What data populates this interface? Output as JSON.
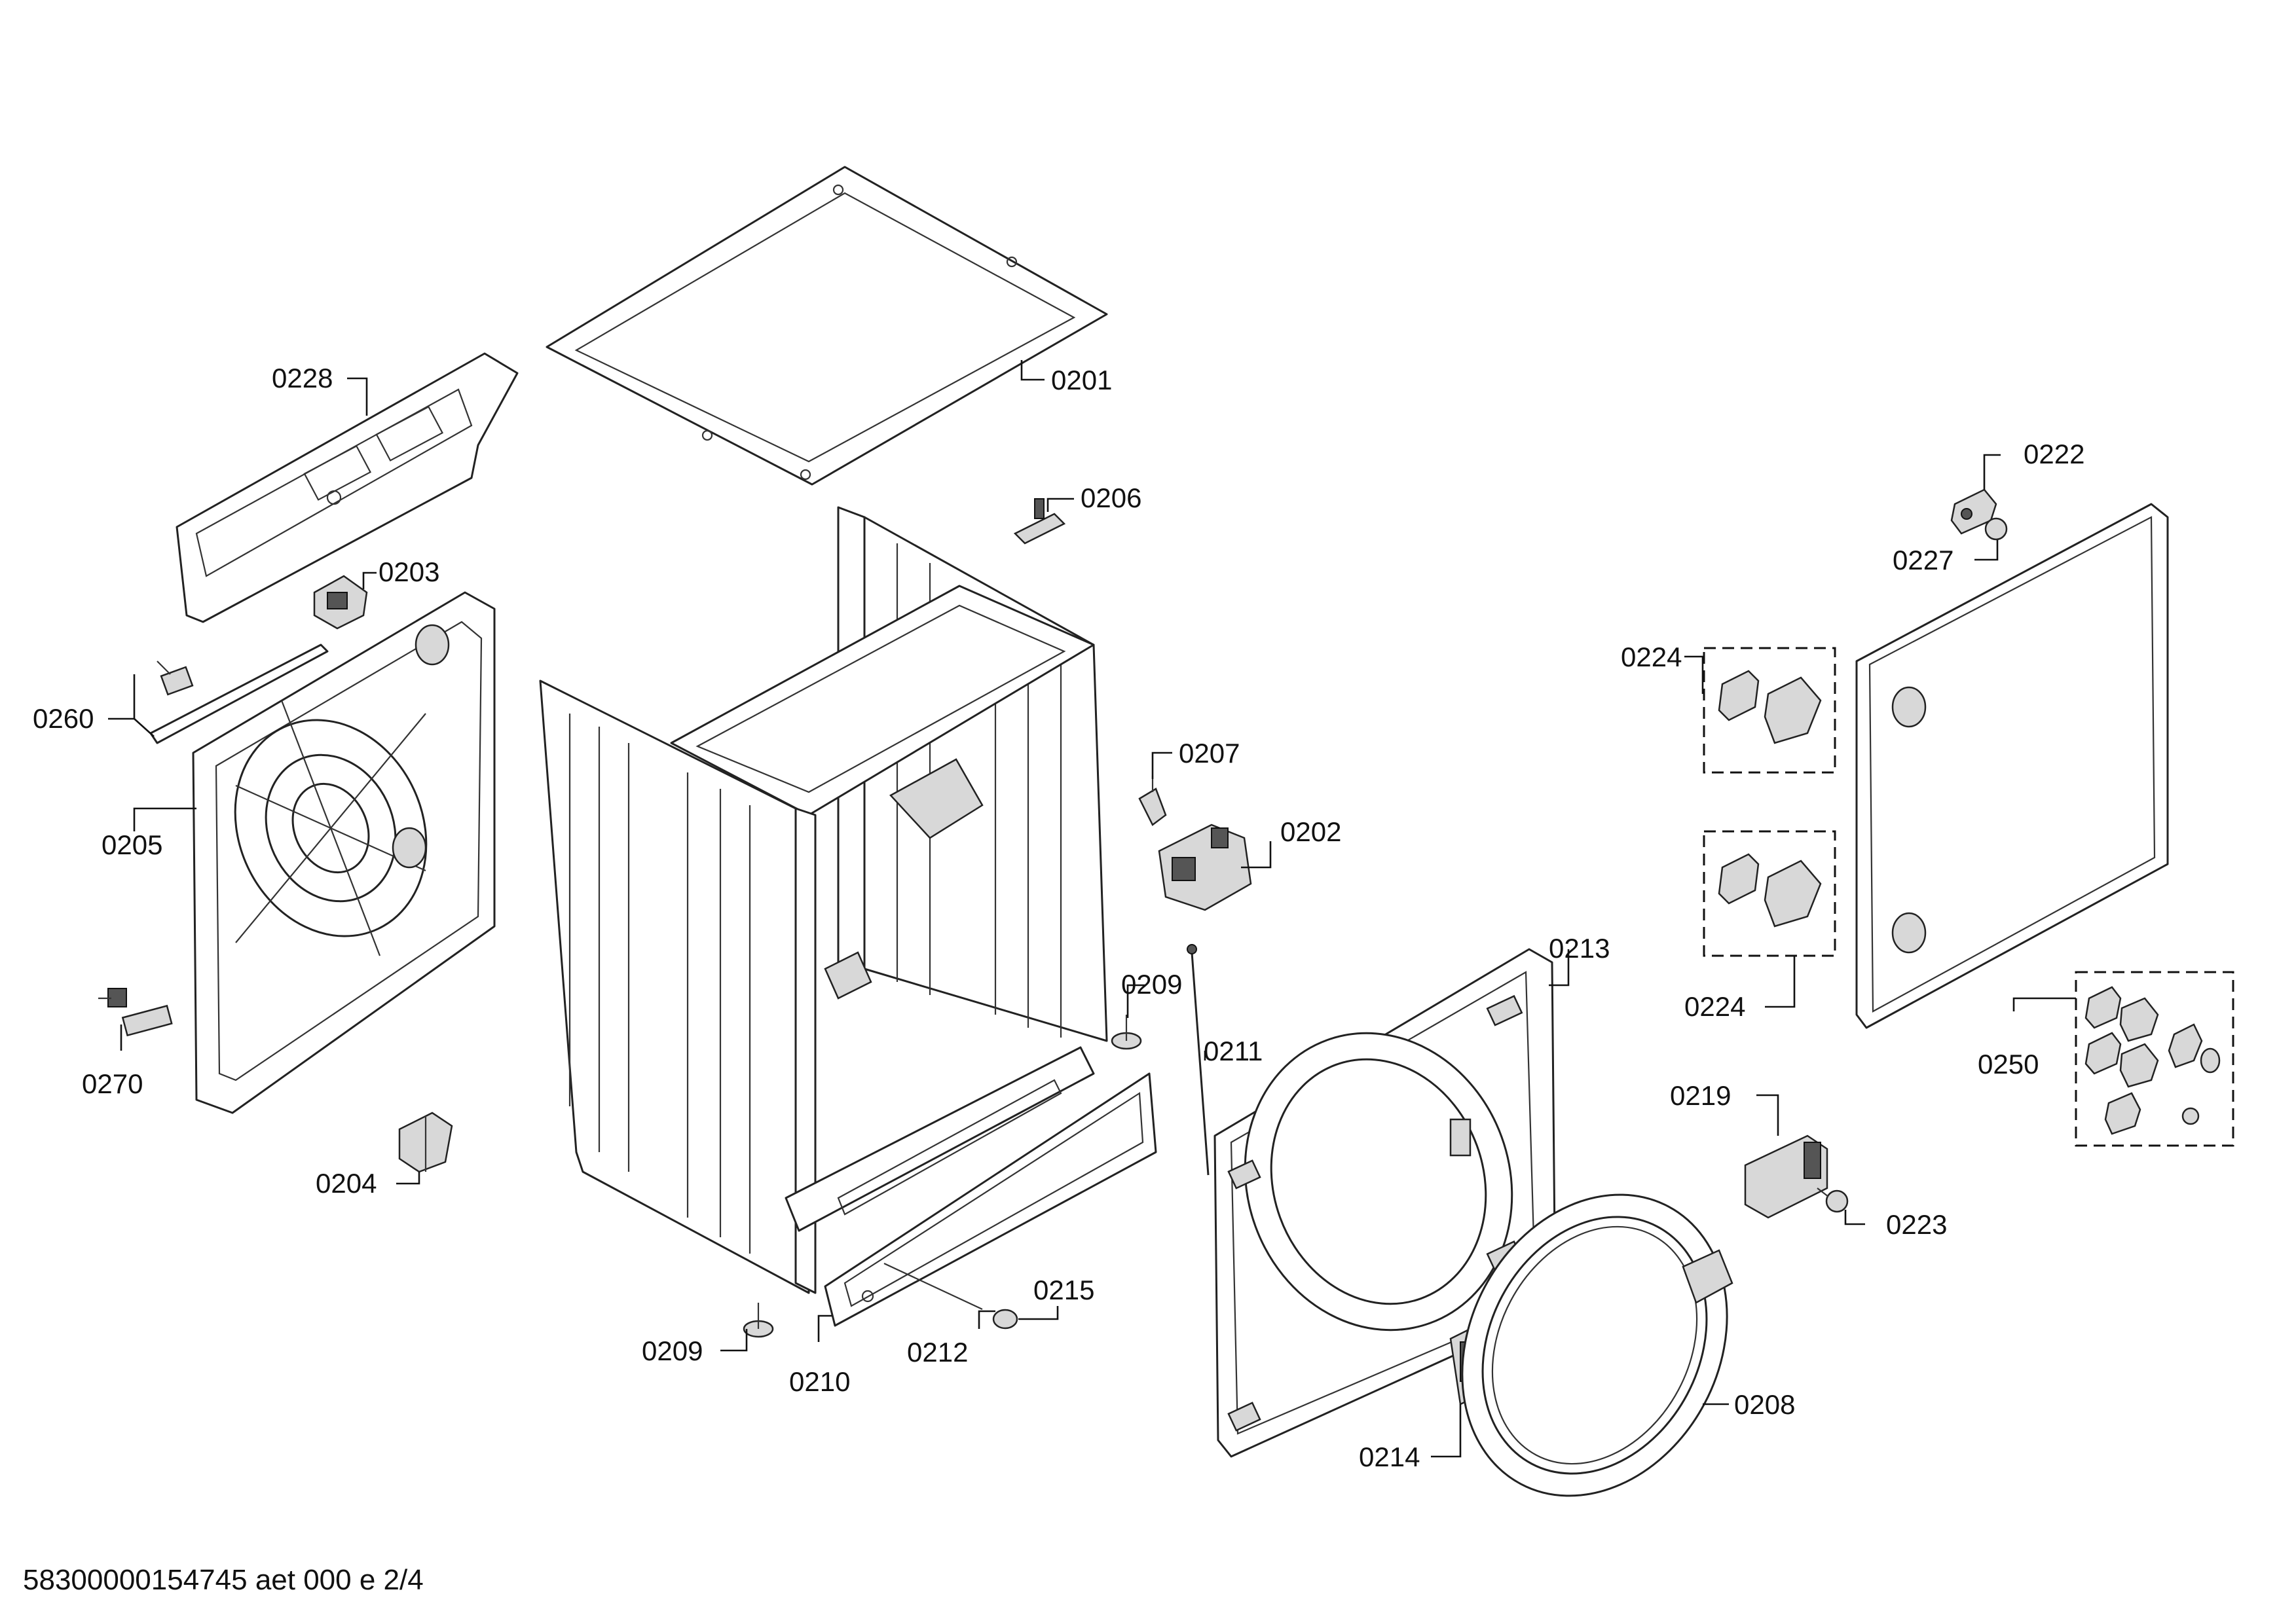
{
  "labels": {
    "p0201": "0201",
    "p0202": "0202",
    "p0203": "0203",
    "p0204": "0204",
    "p0205": "0205",
    "p0206": "0206",
    "p0207": "0207",
    "p0208": "0208",
    "p0209a": "0209",
    "p0209b": "0209",
    "p0210": "0210",
    "p0211": "0211",
    "p0212": "0212",
    "p0213": "0213",
    "p0214": "0214",
    "p0215": "0215",
    "p0219": "0219",
    "p0222": "0222",
    "p0223": "0223",
    "p0224a": "0224",
    "p0224b": "0224",
    "p0227": "0227",
    "p0228": "0228",
    "p0250": "0250",
    "p0260": "0260",
    "p0270": "0270"
  },
  "footer": {
    "code": "58300000154745 aet 000 e 2/4"
  }
}
